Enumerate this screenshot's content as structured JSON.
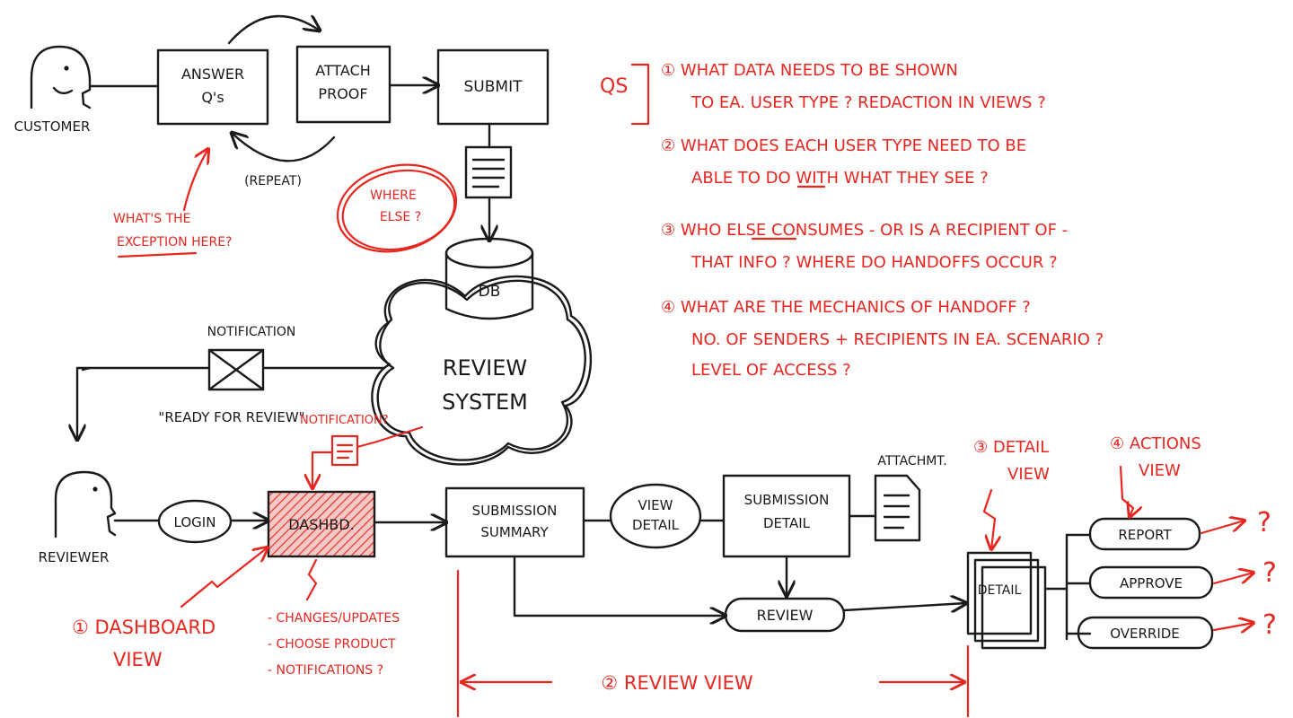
{
  "colors": {
    "ink": "#1a1a1a",
    "accent": "#e8261f",
    "paper": "#ffffff"
  },
  "flow": {
    "customer": "CUSTOMER",
    "answer_line1": "ANSWER",
    "answer_line2": "Q's",
    "attach_line1": "ATTACH",
    "attach_line2": "PROOF",
    "submit": "SUBMIT",
    "repeat": "(REPEAT)",
    "db": "DB",
    "review_line1": "REVIEW",
    "review_line2": "SYSTEM",
    "notification": "NOTIFICATION",
    "ready_for_review": "\"READY FOR REVIEW\"",
    "reviewer": "REVIEWER",
    "login": "LOGIN",
    "dashboard": "DASHBD.",
    "submission_summary_line1": "SUBMISSION",
    "submission_summary_line2": "SUMMARY",
    "view_detail_line1": "VIEW",
    "view_detail_line2": "DETAIL",
    "submission_detail_line1": "SUBMISSION",
    "submission_detail_line2": "DETAIL",
    "attachment": "ATTACHMT.",
    "review": "REVIEW",
    "detail": "DETAIL",
    "report": "REPORT",
    "approve": "APPROVE",
    "override": "OVERRIDE"
  },
  "annotations": {
    "where_else_line1": "WHERE",
    "where_else_line2": "ELSE ?",
    "exception_line1": "WHAT'S THE",
    "exception_line2": "EXCEPTION HERE?",
    "notification_q": "NOTIFICATION?",
    "dashboard_view_line1": "① DASHBOARD",
    "dashboard_view_line2": "VIEW",
    "dashboard_notes": [
      "- CHANGES/UPDATES",
      "- CHOOSE PRODUCT",
      "- NOTIFICATIONS ?"
    ],
    "detail_view_line1": "③ DETAIL",
    "detail_view_line2": "VIEW",
    "actions_view_line1": "④ ACTIONS",
    "actions_view_line2": "VIEW",
    "review_view": "② REVIEW VIEW",
    "question_mark": "?"
  },
  "questions": {
    "heading": "QS",
    "items": [
      "① WHAT DATA NEEDS TO BE SHOWN",
      "TO EA. USER TYPE ? REDACTION IN VIEWS ?",
      "② WHAT DOES EACH USER TYPE NEED TO BE",
      "ABLE TO DO WITH WHAT THEY SEE ?",
      "③ WHO ELSE CONSUMES - OR IS A RECIPIENT OF -",
      "THAT INFO ? WHERE DO HANDOFFS OCCUR ?",
      "④ WHAT ARE THE MECHANICS OF HANDOFF ?",
      "NO. OF SENDERS + RECIPIENTS IN EA. SCENARIO ?",
      "LEVEL OF ACCESS ?"
    ]
  }
}
